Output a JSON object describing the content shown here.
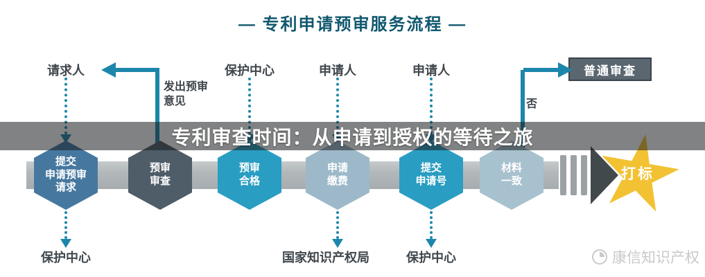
{
  "title": "— 专利申请预审服务流程 —",
  "overlay_caption": "专利审查时间：从申请到授权的等待之旅",
  "colors": {
    "accent_teal": "#1d86ab",
    "title_teal": "#10586f",
    "band_gray": "#b2b8ba",
    "star_gold": "#f2c233",
    "ordinary_box_bg": "#5a6670",
    "ordinary_box_border": "#39434c",
    "label_text": "#3f464c",
    "play_triangle": "#42494d",
    "pause_bar": "#9ba1a5",
    "watermark_gray": "#c8c9ca"
  },
  "top_labels": {
    "requester": "请求人",
    "protection_center": "保护中心",
    "applicant_1": "申请人",
    "applicant_2": "申请人",
    "ordinary_examination": "普通审查"
  },
  "branch_labels": {
    "issue_opinion": "发出预审\n意见",
    "no": "否"
  },
  "hexagons": [
    {
      "label": "提交\n申请预审\n请求",
      "color": "#46789f"
    },
    {
      "label": "预审\n审查",
      "color": "#4e5d68"
    },
    {
      "label": "预审\n合格",
      "color": "#2a9dc2"
    },
    {
      "label": "申请\n缴费",
      "color": "#9db9c9"
    },
    {
      "label": "提交\n申请号",
      "color": "#2a9dc2"
    },
    {
      "label": "材料\n一致",
      "color": "#a7c1ce"
    }
  ],
  "bottom_labels": {
    "protection_center_left": "保护中心",
    "cnipa": "国家知识产权局",
    "protection_center_right": "保护中心"
  },
  "star_label": "打标",
  "watermark": "康信知识产权"
}
